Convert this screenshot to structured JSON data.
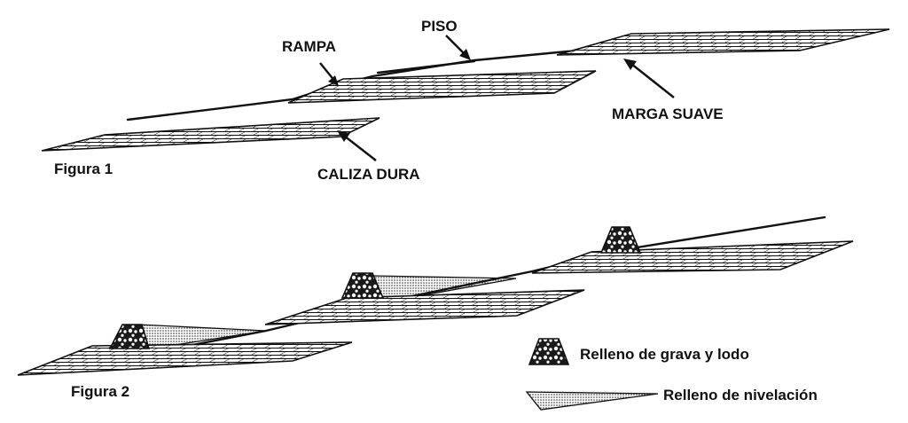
{
  "figure1": {
    "caption": "Figura 1",
    "labels": {
      "piso": "PISO",
      "rampa": "RAMPA",
      "marga": "MARGA SUAVE",
      "caliza": "CALIZA DURA"
    }
  },
  "figure2": {
    "caption": "Figura 2"
  },
  "legend": {
    "gravel_fill": "Relleno de grava y lodo",
    "leveling_fill": "Relleno de nivelación"
  },
  "colors": {
    "ink": "#111111",
    "paper": "#ffffff"
  }
}
